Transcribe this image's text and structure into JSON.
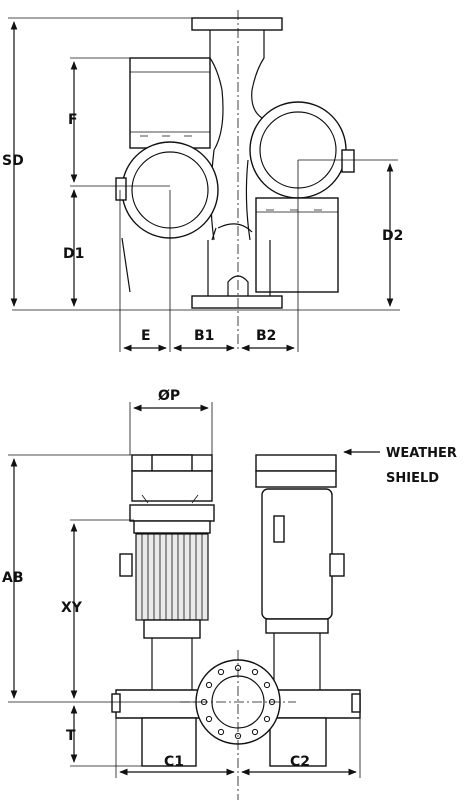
{
  "top_view": {
    "dims": {
      "sd": "SD",
      "f": "F",
      "d1": "D1",
      "d2": "D2",
      "e": "E",
      "b1": "B1",
      "b2": "B2"
    }
  },
  "front_view": {
    "dims": {
      "p": "ØP",
      "ab": "AB",
      "xy": "XY",
      "t": "T",
      "c1": "C1",
      "c2": "C2"
    },
    "callout": {
      "line1": "WEATHER",
      "line2": "SHIELD"
    }
  }
}
